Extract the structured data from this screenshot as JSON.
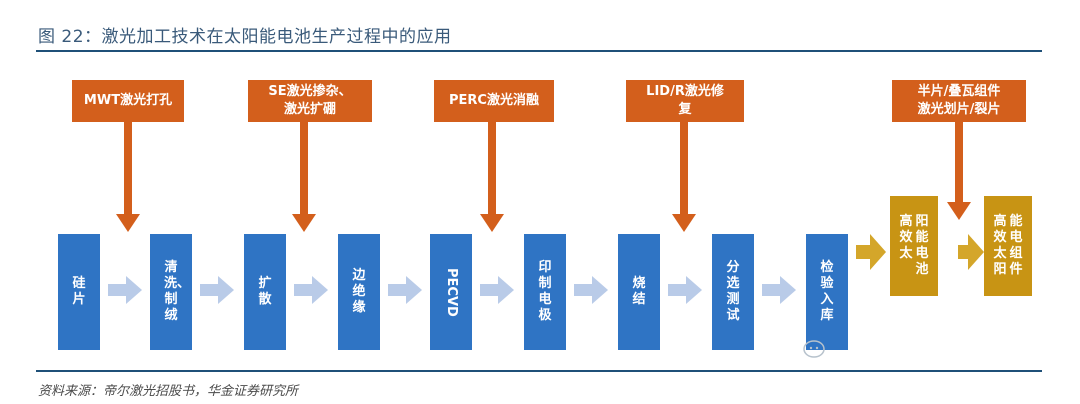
{
  "title": "图 22：激光加工技术在太阳能电池生产过程中的应用",
  "source": "资料来源：帝尔激光招股书，华金证券研究所",
  "callouts": [
    {
      "text": "MWT激光打孔"
    },
    {
      "text": "SE激光掺杂、\n激光扩硼"
    },
    {
      "text": "PERC激光消融"
    },
    {
      "text": "LID/R激光修\n复"
    },
    {
      "text": "半片/叠瓦组件\n激光划片/裂片"
    }
  ],
  "steps": [
    {
      "label": "硅片"
    },
    {
      "label": "清洗、制绒"
    },
    {
      "label": "扩散"
    },
    {
      "label": "边绝缘"
    },
    {
      "label": "PECVD"
    },
    {
      "label": "印制电极"
    },
    {
      "label": "烧结"
    },
    {
      "label": "分选测试"
    },
    {
      "label": "检验入库"
    }
  ],
  "products": [
    {
      "col1": "高效太",
      "col2": "阳能电池"
    },
    {
      "col1": "高效太阳",
      "col2": "能电组件"
    }
  ],
  "colors": {
    "title": "#3a5a7a",
    "rule": "#1f5078",
    "callout": "#d35f1c",
    "step": "#2f74c4",
    "product": "#c89414",
    "flow_arrow": "#b9cbe8",
    "product_arrow": "#d4a62a"
  }
}
